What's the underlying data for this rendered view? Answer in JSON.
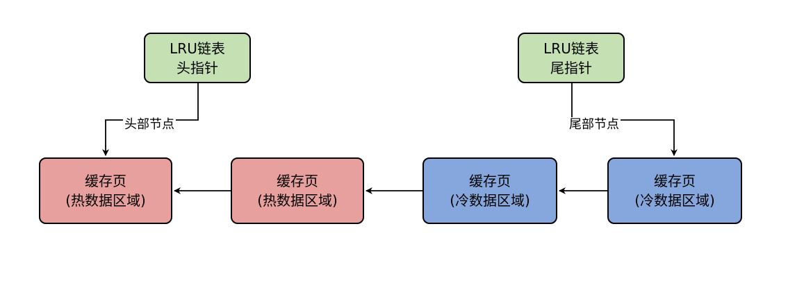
{
  "pointers": {
    "head": {
      "line1": "LRU链表",
      "line2": "头指针"
    },
    "tail": {
      "line1": "LRU链表",
      "line2": "尾指针"
    }
  },
  "edge_labels": {
    "head": "头部节点",
    "tail": "尾部节点"
  },
  "nodes": [
    {
      "line1": "缓存页",
      "line2": "(热数据区域)",
      "region": "hot"
    },
    {
      "line1": "缓存页",
      "line2": "(热数据区域)",
      "region": "hot"
    },
    {
      "line1": "缓存页",
      "line2": "(冷数据区域)",
      "region": "cold"
    },
    {
      "line1": "缓存页",
      "line2": "(冷数据区域)",
      "region": "cold"
    }
  ],
  "colors": {
    "pointer_fill": "#c5e0b3",
    "hot_fill": "#e8a09e",
    "cold_fill": "#86a7dd",
    "stroke": "#000000"
  }
}
